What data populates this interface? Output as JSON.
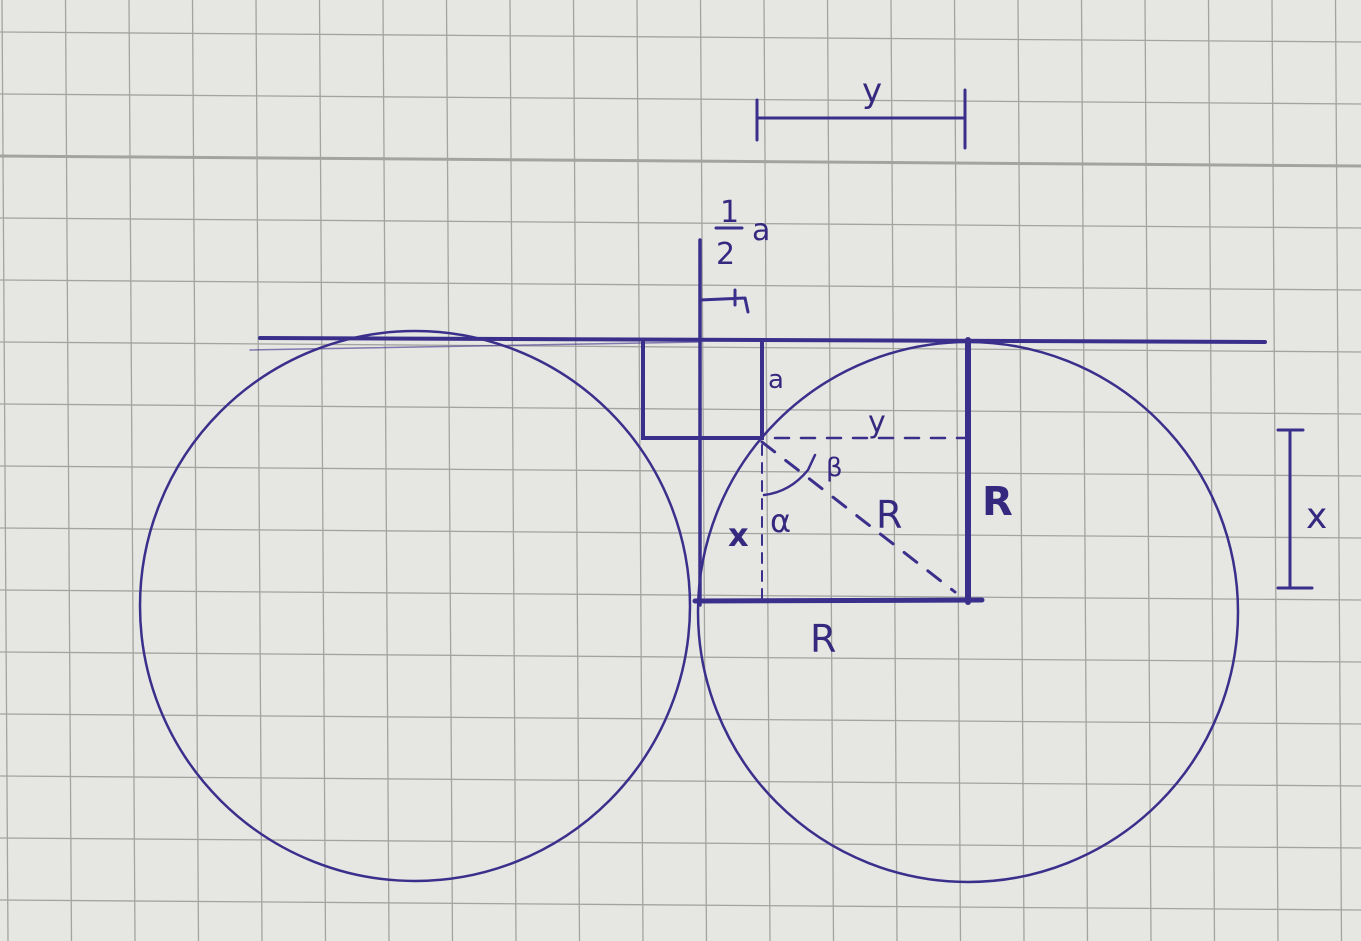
{
  "diagram": {
    "labels": {
      "top_dimension": "y",
      "half_numerator": "1",
      "half_denominator": "2",
      "half_variable": "a",
      "square_side": "a",
      "dashed_horizontal": "y",
      "angle_beta": "β",
      "angle_alpha": "α",
      "vertical_segment": "x",
      "hypotenuse": "R",
      "right_vertical": "R",
      "bottom_horizontal": "R",
      "right_dimension": "x"
    },
    "colors": {
      "ink": "#3b2f8c",
      "paper": "#e6e6e2",
      "grid": "#a3a3a0"
    }
  }
}
